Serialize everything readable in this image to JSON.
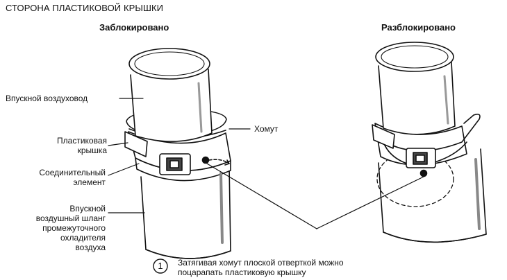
{
  "heading": "СТОРОНА ПЛАСТИКОВОЙ КРЫШКИ",
  "states": {
    "locked": "Заблокировано",
    "unlocked": "Разблокировано"
  },
  "labels": {
    "intake_duct": "Впускной воздуховод",
    "clamp": "Хомут",
    "plastic_cover": [
      "Пластиковая",
      "крышка"
    ],
    "connector": [
      "Соединительный",
      "элемент"
    ],
    "intake_hose": [
      "Впускной",
      "воздушный шланг",
      "промежуточного",
      "охладителя",
      "воздуха"
    ]
  },
  "note": {
    "number": "1",
    "lines": [
      "Затягивая хомут плоской отверткой можно",
      "поцарапать пластиковую крышку"
    ]
  }
}
